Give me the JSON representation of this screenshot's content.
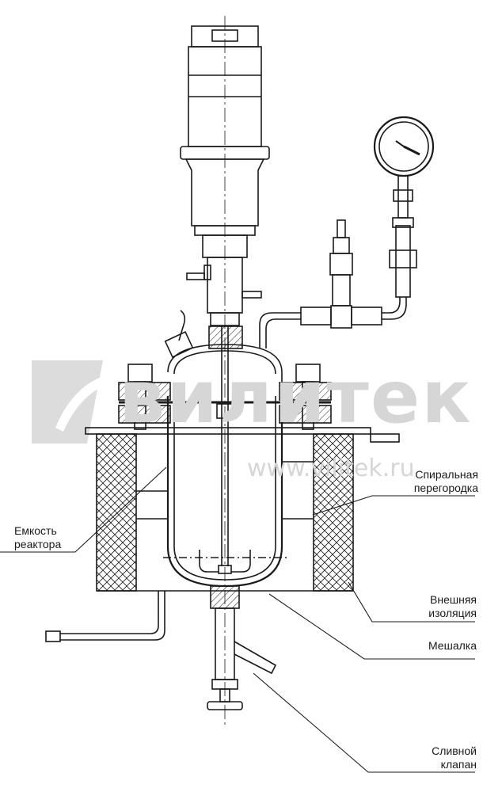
{
  "watermark": {
    "brand": "вилитек",
    "site": "www.vilitek.ru"
  },
  "labels": {
    "spiral_baffle": [
      "Спиральная",
      "перегородка"
    ],
    "reactor_vessel": [
      "Емкость",
      "реактора"
    ],
    "external_insulation": [
      "Внешняя",
      "изоляция"
    ],
    "stirrer": "Мешалка",
    "drain_valve": [
      "Сливной",
      "клапан"
    ]
  },
  "colors": {
    "line": "#1a1a1a",
    "watermark": "#d6d6d6"
  }
}
